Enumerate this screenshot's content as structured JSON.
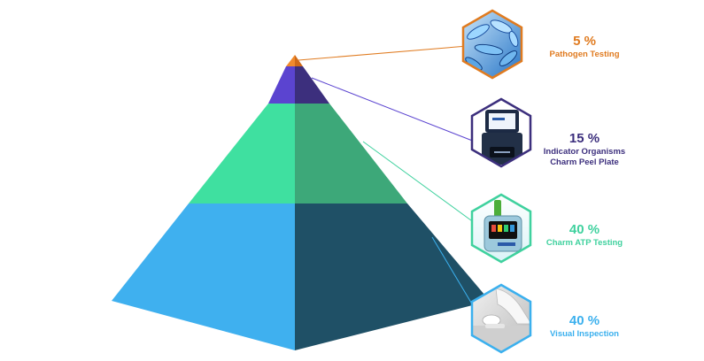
{
  "tiers": [
    {
      "percent": "5 %",
      "lines": [
        "Pathogen Testing"
      ],
      "color": "#e07b20",
      "image": "bacteria-illustration"
    },
    {
      "percent": "15 %",
      "lines": [
        "Indicator Organisms",
        "Charm Peel Plate"
      ],
      "color": "#3c2f7d",
      "image": "incubator-reader-device"
    },
    {
      "percent": "40 %",
      "lines": [
        "Charm ATP Testing"
      ],
      "color": "#3fd19e",
      "image": "atp-luminometer-device"
    },
    {
      "percent": "40 %",
      "lines": [
        "Visual Inspection"
      ],
      "color": "#3bb0ee",
      "image": "gloved-hand-inspecting-surface"
    }
  ],
  "pyramid_colors": {
    "apex": "#e07b20",
    "tier2_left": "#5b44d0",
    "tier2_right": "#3c2f7d",
    "tier3_left": "#3fe0a0",
    "tier3_right": "#3da879",
    "tier4_left": "#3fb0ef",
    "tier4_right": "#1f5066"
  }
}
